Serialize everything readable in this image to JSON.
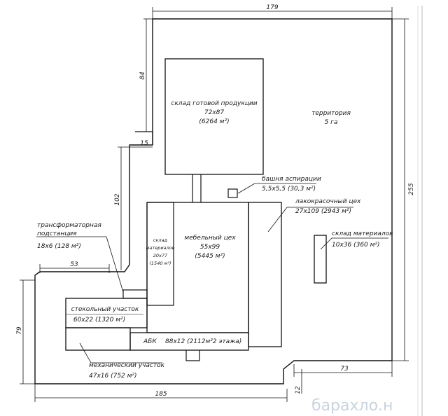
{
  "plan": {
    "rooms": {
      "warehouse_finished": {
        "name": "склад готовой продукции",
        "size": "72х87",
        "area": "(6264 м²)"
      },
      "territory": {
        "name": "территория",
        "area": "5 га"
      },
      "aspiration_tower": {
        "name": "башня аспирации",
        "size": "5,5х5,5 (30,3 м²)"
      },
      "paint_shop": {
        "name": "лакокрасочный цех",
        "size": "27х109 (2943 м²)"
      },
      "materials_warehouse": {
        "name": "склад материалов",
        "size": "10х36 (360 м²)"
      },
      "furniture_shop": {
        "name": "мебельный цех",
        "size": "55х99",
        "area": "(5445 м²)"
      },
      "materials_store_small": {
        "name_line1": "склад",
        "name_line2": "материалов",
        "size": "20х77",
        "area": "(1540 м²)"
      },
      "transformer": {
        "name_line1": "трансформаторная",
        "name_line2": "подстанция",
        "size": "18х6 (128 м²)"
      },
      "glass_area": {
        "name": "стекольный участок",
        "size": "60х22 (1320 м²)"
      },
      "abk": {
        "name": "АБК",
        "size": "88х12 (2112м²2 этажа)"
      },
      "mechanical": {
        "name": "механический участок",
        "size": "47х16 (752 м²)"
      }
    },
    "dimensions": {
      "top": "179",
      "left_upper": "84",
      "notch": "15",
      "left_mid": "102",
      "left_step": "53",
      "left_lower": "79",
      "right": "255",
      "bottom_right": "73",
      "bottom": "185",
      "bottom_step": "12"
    },
    "watermark": "барахло.н"
  }
}
